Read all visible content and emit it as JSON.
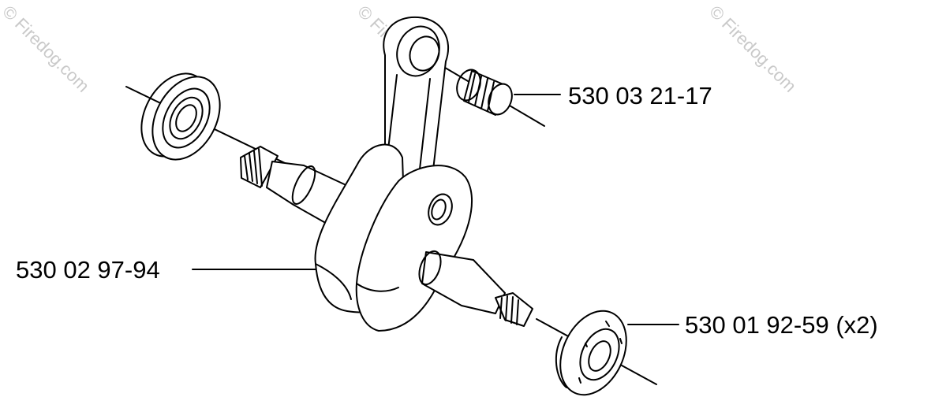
{
  "watermarks": [
    "© Firedog.com",
    "© Firedog.com",
    "© Firedog.com"
  ],
  "parts": [
    {
      "number": "530 03 21-17"
    },
    {
      "number": "530 02 97-94"
    },
    {
      "number": "530 01 92-59 (x2)"
    }
  ]
}
